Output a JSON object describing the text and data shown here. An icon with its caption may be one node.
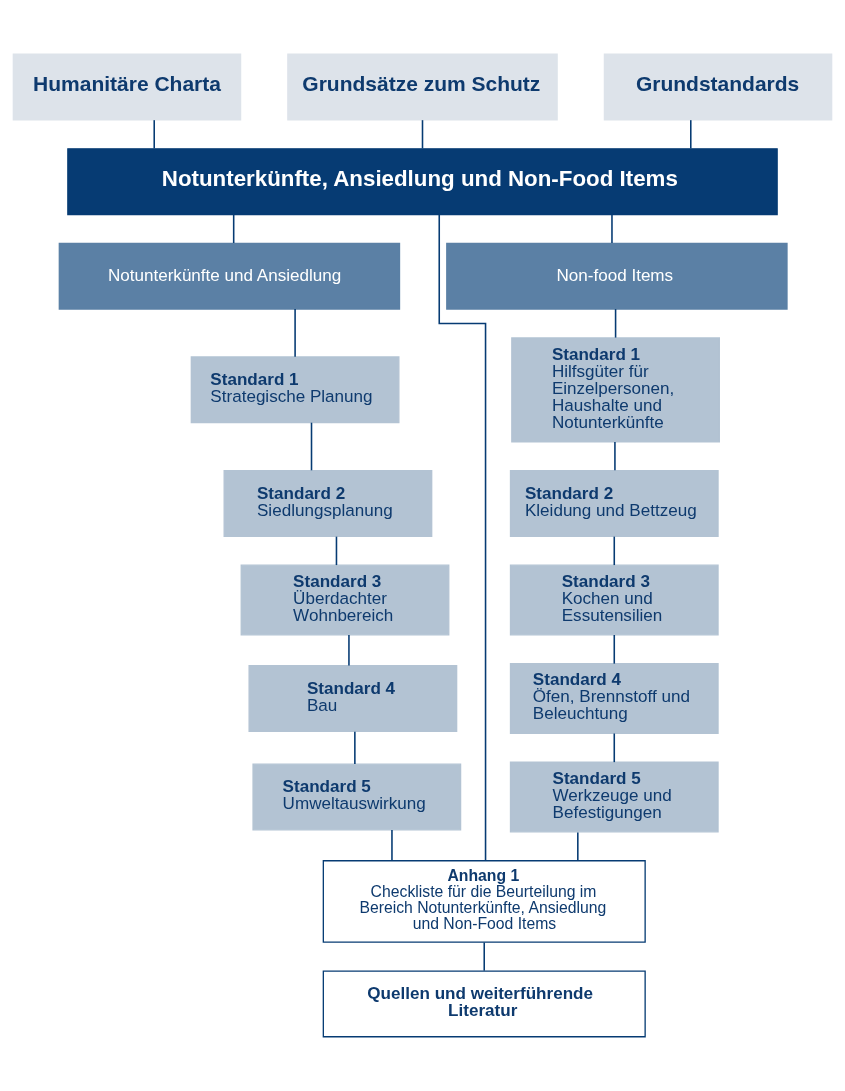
{
  "diagram": {
    "nodes": [
      {
        "text": [
          "Humanitäre Charta"
        ]
      },
      {
        "text": [
          "Grundsätze zum Schutz"
        ]
      },
      {
        "text": [
          "Grundstandards"
        ]
      },
      {
        "text": [
          "Notunterkünfte, Ansiedlung und Non-Food Items"
        ]
      },
      {
        "text": [
          "Notunterkünfte und Ansiedlung"
        ]
      },
      {
        "text": [
          "Non-food Items"
        ]
      },
      {
        "text": [
          "Standard 1",
          "Strategische Planung"
        ]
      },
      {
        "text": [
          "Standard 2",
          "Siedlungsplanung"
        ]
      },
      {
        "text": [
          "Standard 3",
          "Überdachter Wohnbereich"
        ]
      },
      {
        "text": [
          "Standard 4",
          "Bau"
        ]
      },
      {
        "text": [
          "Standard 5",
          "Umweltauswirkung"
        ]
      },
      {
        "text": [
          "Standard 1",
          "Hilfsgüter für Einzelpersonen, Haushalte und Notunterkünfte"
        ]
      },
      {
        "text": [
          "Standard 2",
          "Kleidung und Bettzeug"
        ]
      },
      {
        "text": [
          "Standard 3",
          "Kochen und Essutensilien"
        ]
      },
      {
        "text": [
          "Standard 4",
          "Öfen, Brennstoff und Beleuchtung"
        ]
      },
      {
        "text": [
          "Standard 5",
          "Werkzeuge und Befestigungen"
        ]
      },
      {
        "text": [
          "Anhang 1",
          "Checkliste für die Beurteilung im Bereich Notunterkünfte, Ansiedlung und Non-Food Items"
        ]
      },
      {
        "text": [
          "Quellen und weiterführende Literatur"
        ]
      }
    ],
    "edges": [
      {
        "from": 0,
        "to": 3,
        "arrow": "none"
      },
      {
        "from": 1,
        "to": 3,
        "arrow": "none"
      },
      {
        "from": 2,
        "to": 3,
        "arrow": "none"
      },
      {
        "from": 3,
        "to": 4,
        "arrow": "none"
      },
      {
        "from": 3,
        "to": 5,
        "arrow": "none"
      },
      {
        "from": 3,
        "to": 16,
        "arrow": "none"
      },
      {
        "from": 4,
        "to": 6,
        "arrow": "none"
      },
      {
        "from": 6,
        "to": 7,
        "arrow": "none"
      },
      {
        "from": 7,
        "to": 8,
        "arrow": "none"
      },
      {
        "from": 8,
        "to": 9,
        "arrow": "none"
      },
      {
        "from": 9,
        "to": 10,
        "arrow": "none"
      },
      {
        "from": 5,
        "to": 11,
        "arrow": "none"
      },
      {
        "from": 11,
        "to": 12,
        "arrow": "none"
      },
      {
        "from": 12,
        "to": 13,
        "arrow": "none"
      },
      {
        "from": 13,
        "to": 14,
        "arrow": "none"
      },
      {
        "from": 14,
        "to": 15,
        "arrow": "none"
      },
      {
        "from": 10,
        "to": 16,
        "arrow": "none"
      },
      {
        "from": 15,
        "to": 16,
        "arrow": "none"
      },
      {
        "from": 16,
        "to": 17,
        "arrow": "none"
      }
    ]
  }
}
